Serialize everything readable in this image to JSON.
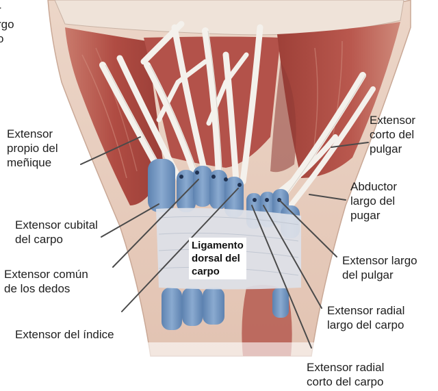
{
  "labels": {
    "top_left_fragments": {
      "line1": "r",
      "line2": "rgo",
      "line3": "o"
    },
    "extensor_propio_menique": {
      "line1": "Extensor",
      "line2": "propio del",
      "line3": "meñique"
    },
    "extensor_cubital_carpo": {
      "line1": "Extensor cubital",
      "line2": "del carpo"
    },
    "extensor_comun_dedos": {
      "line1": "Extensor común",
      "line2": "de los dedos"
    },
    "extensor_indice": {
      "line1": "Extensor del índice"
    },
    "ligamento_dorsal_carpo": {
      "line1": "Ligamento",
      "line2": "dorsal del",
      "line3": "carpo"
    },
    "extensor_corto_pulgar": {
      "line1": "Extensor",
      "line2": "corto del",
      "line3": "pulgar"
    },
    "abductor_largo_pulgar": {
      "line1": "Abductor",
      "line2": "largo del",
      "line3": "pugar"
    },
    "extensor_largo_pulgar": {
      "line1": "Extensor largo",
      "line2": "del pulgar"
    },
    "extensor_radial_largo_carpo": {
      "line1": "Extensor radial",
      "line2": "largo del carpo"
    },
    "extensor_radial_corto_carpo": {
      "line1": "Extensor radial",
      "line2": "corto del carpo"
    }
  },
  "colors": {
    "muscle": "#b8524a",
    "muscle_dark": "#8e3a34",
    "skin": "#e9cfc0",
    "tendon": "#f3f0ec",
    "sheath": "#6f93bd",
    "ligament": "#d6dbe3",
    "leader_line": "#4a4a4a",
    "text": "#1e1e1e"
  }
}
